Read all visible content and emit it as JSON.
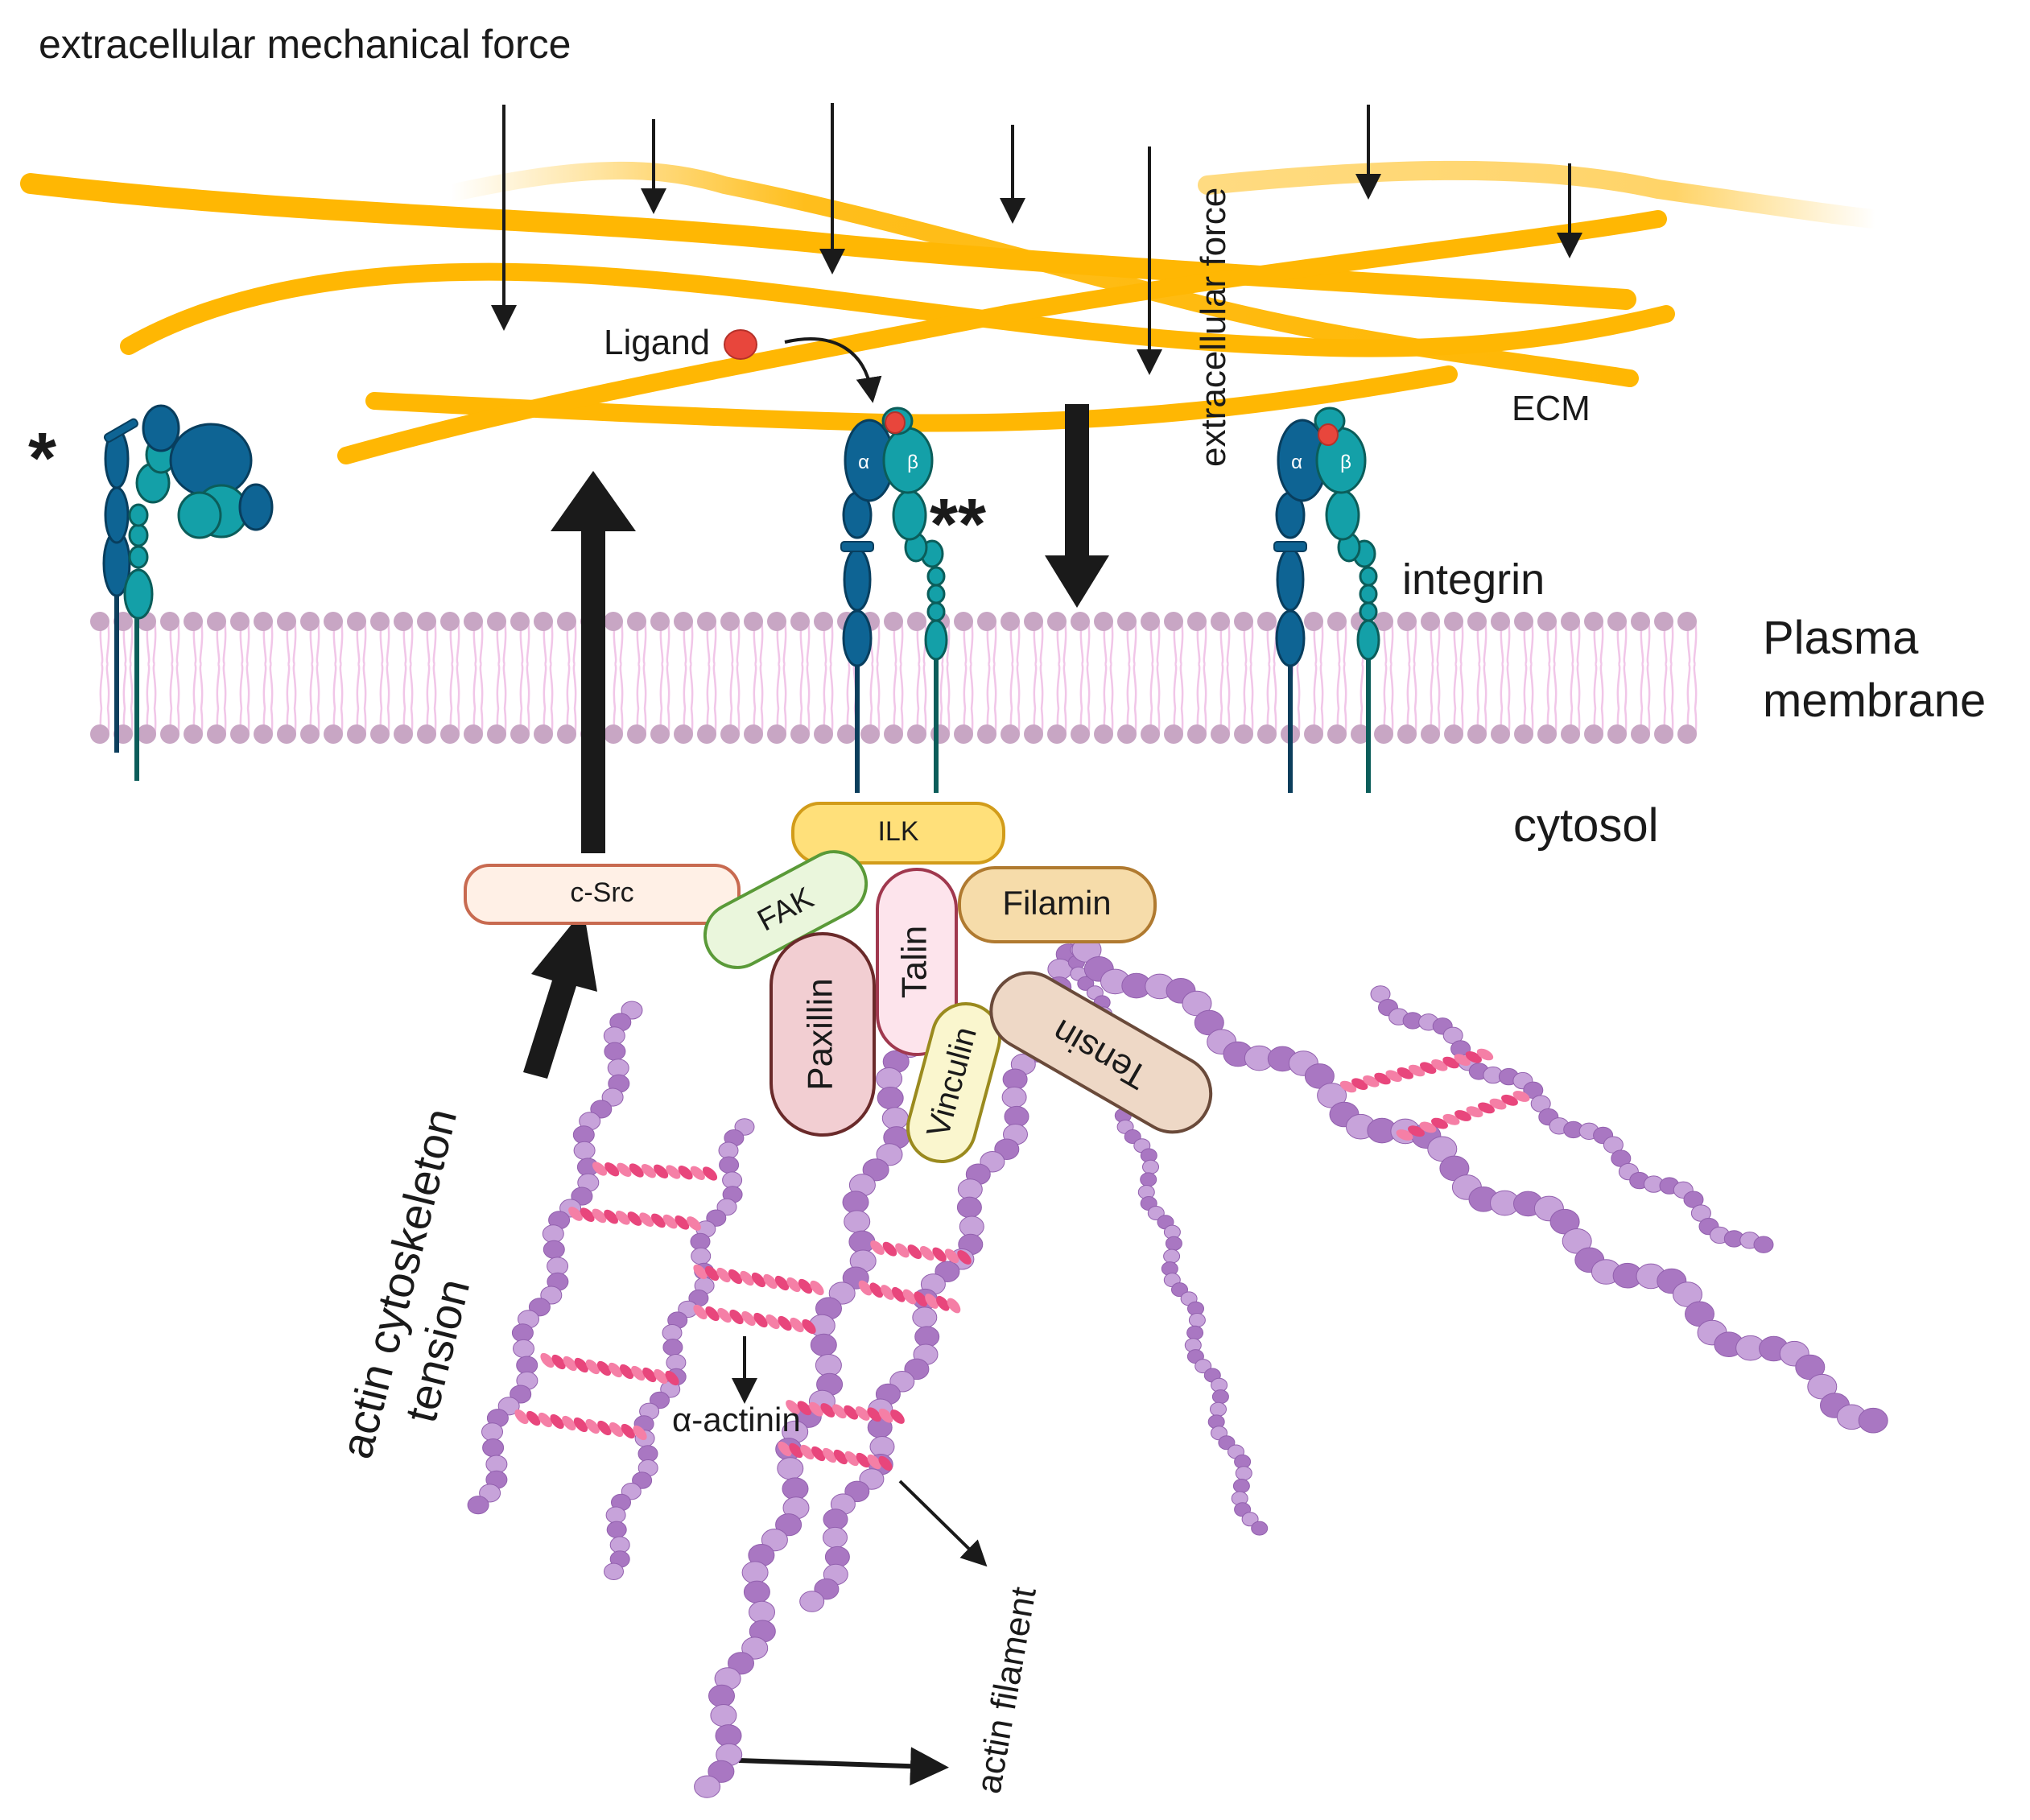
{
  "labels": {
    "title": "extracellular mechanical force",
    "ecf": "extracellular force",
    "ecm": "ECM",
    "ligand": "Ligand",
    "integrin": "integrin",
    "plasma1": "Plasma",
    "plasma2": "membrane",
    "cytosol": "cytosol",
    "tension1": "actin cytoskeleton",
    "tension2": "tension",
    "actinin": "α-actinin",
    "actinfil": "actin filament",
    "star1": "*",
    "star2": "**"
  },
  "integrin_subunits": {
    "alpha": "α",
    "beta": "β"
  },
  "proteins": {
    "ilk": "ILK",
    "csrc": "c-Src",
    "fak": "FAK",
    "talin": "Talin",
    "filamin": "Filamin",
    "paxillin": "Paxillin",
    "vinculin": "Vinculin",
    "tensin": "Tensin"
  },
  "colors": {
    "ecm_fiber": "#FFB703",
    "integrin_alpha": "#0E6494",
    "integrin_beta": "#14A0A8",
    "ligand": "#E8463C",
    "membrane_head": "#C8A6C4",
    "membrane_tail": "#F1C6E8",
    "actin": "#A977C2",
    "actinin": "#E8467C",
    "ilk": "#FFE07A",
    "csrc": "#FFF0E6",
    "fak": "#EAF6DC",
    "talin": "#FDE4EC",
    "filamin": "#F6DCAA",
    "paxillin": "#F2CED2",
    "vinculin": "#FAF6CE",
    "tensin": "#EED8C6"
  }
}
